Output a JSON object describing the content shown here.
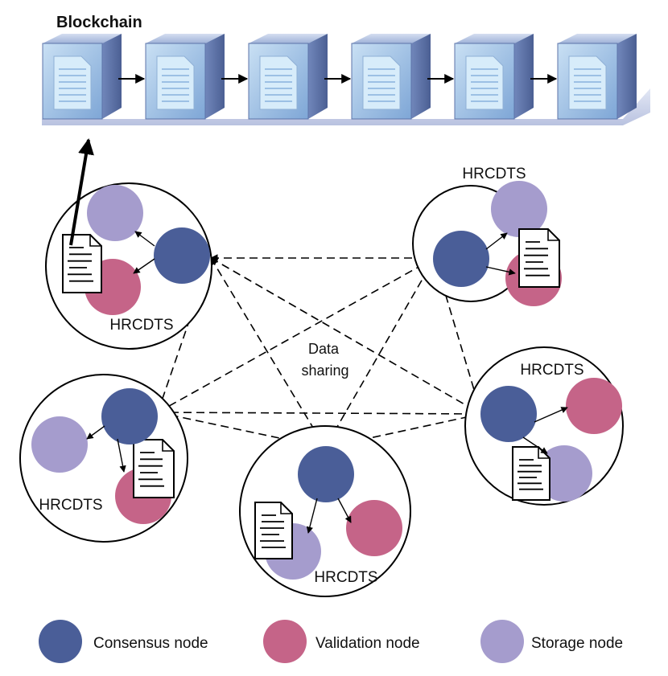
{
  "blockchain": {
    "title": "Blockchain",
    "blocks": 6
  },
  "center_label": {
    "line1": "Data",
    "line2": "sharing"
  },
  "clusters": [
    {
      "id": "top-left",
      "label": "HRCDTS"
    },
    {
      "id": "top-right",
      "label": "HRCDTS"
    },
    {
      "id": "middle-left",
      "label": "HRCDTS"
    },
    {
      "id": "middle-right",
      "label": "HRCDTS"
    },
    {
      "id": "bottom-center",
      "label": "HRCDTS"
    }
  ],
  "legend": {
    "consensus": "Consensus node",
    "validation": "Validation node",
    "storage": "Storage node"
  },
  "colors": {
    "consensus": "#4a5e98",
    "validation": "#c56488",
    "storage": "#a59ccd",
    "block_front": "#8fb7e0",
    "block_side": "#5c73a8",
    "block_top": "#b7c8e6",
    "shelf": "#c9d0e8"
  },
  "icons": {
    "document": "document-icon",
    "block": "block-icon"
  }
}
